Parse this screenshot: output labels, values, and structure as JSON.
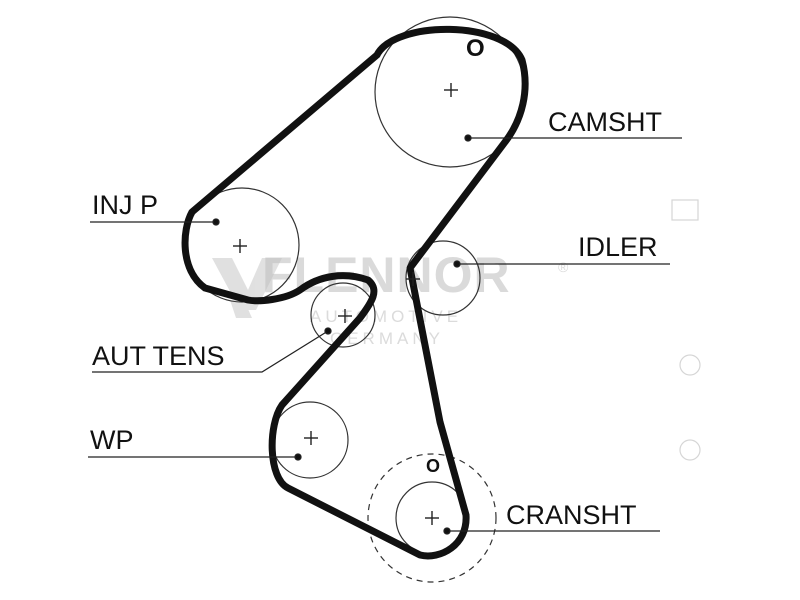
{
  "labels": {
    "camshaft": "CAMSHT",
    "injection_pump": "INJ P",
    "idler": "IDLER",
    "auto_tensioner": "AUT TENS",
    "water_pump": "WP",
    "crankshaft": "CRANSHT"
  },
  "timing_marks": {
    "camshaft_mark": "O",
    "crankshaft_mark": "O"
  },
  "watermark": {
    "brand": "FLENNOR",
    "registered": "®",
    "line1": "AUTOMOTIVE",
    "line2": "GERMANY"
  },
  "colors": {
    "belt": "#111111",
    "pulley_outline": "#333333",
    "watermark": "#bdbdbd"
  }
}
